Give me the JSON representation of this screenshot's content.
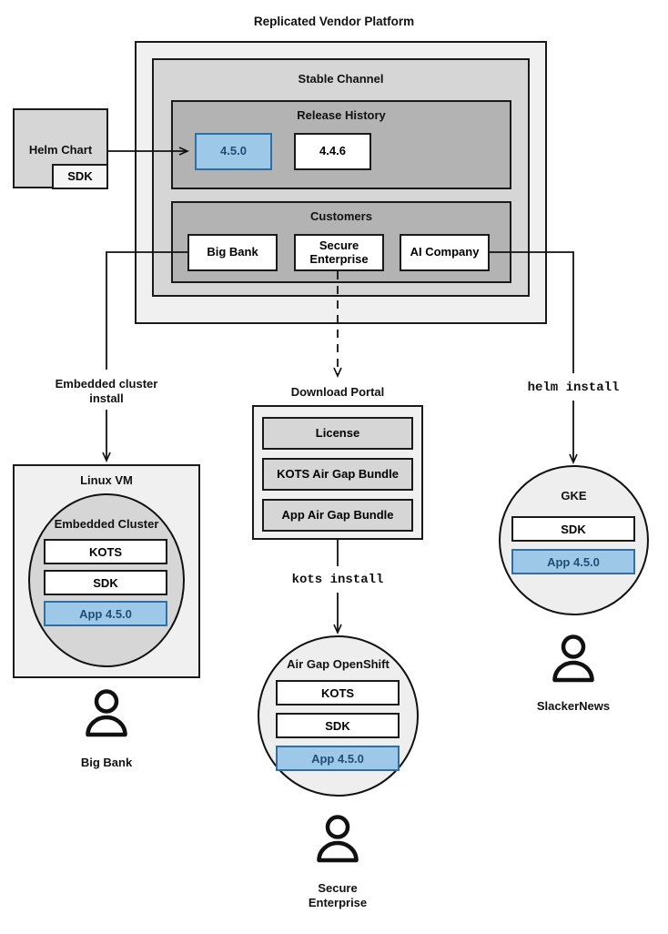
{
  "title": "Replicated Vendor Platform",
  "colors": {
    "accent_blue_fill": "#9dc8e8",
    "accent_blue_border": "#2f6fa6",
    "accent_blue_text": "#1f4d73",
    "outer_panel": "#f0f0f0",
    "channel_panel": "#d6d6d6",
    "section_panel": "#b3b3b3",
    "stroke": "#1a1a1a"
  },
  "helm_chart": {
    "label": "Helm Chart",
    "sdk_label": "SDK"
  },
  "platform": {
    "channel_title": "Stable Channel",
    "release_history": {
      "title": "Release History",
      "releases": [
        {
          "version": "4.5.0",
          "highlighted": true
        },
        {
          "version": "4.4.6",
          "highlighted": false
        }
      ]
    },
    "customers": {
      "title": "Customers",
      "items": [
        {
          "name": "Big Bank"
        },
        {
          "name": "Secure\nEnterprise",
          "line1": "Secure",
          "line2": "Enterprise"
        },
        {
          "name": "AI Company"
        }
      ]
    }
  },
  "flows": {
    "embedded_cluster_install": {
      "line1": "Embedded cluster",
      "line2": "install"
    },
    "kots_install": "kots install",
    "helm_install": "helm install"
  },
  "download_portal": {
    "title": "Download Portal",
    "artifacts": [
      "License",
      "KOTS Air Gap Bundle",
      "App Air Gap Bundle"
    ]
  },
  "targets": [
    {
      "id": "linux-vm",
      "outer_title": "Linux VM",
      "inner_title": "Embedded Cluster",
      "components": [
        {
          "label": "KOTS",
          "highlighted": false
        },
        {
          "label": "SDK",
          "highlighted": false
        },
        {
          "label": "App 4.5.0",
          "highlighted": true
        }
      ],
      "customer": "Big Bank"
    },
    {
      "id": "air-gap-openshift",
      "outer_title": "Air Gap OpenShift",
      "components": [
        {
          "label": "KOTS",
          "highlighted": false
        },
        {
          "label": "SDK",
          "highlighted": false
        },
        {
          "label": "App 4.5.0",
          "highlighted": true
        }
      ],
      "customer_line1": "Secure",
      "customer_line2": "Enterprise"
    },
    {
      "id": "gke",
      "outer_title": "GKE",
      "components": [
        {
          "label": "SDK",
          "highlighted": false
        },
        {
          "label": "App 4.5.0",
          "highlighted": true
        }
      ],
      "customer": "SlackerNews"
    }
  ]
}
